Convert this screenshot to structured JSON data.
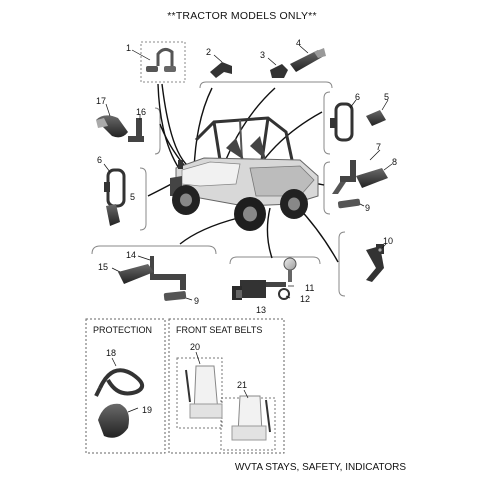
{
  "title": "**TRACTOR MODELS ONLY**",
  "footer": "WVTA STAYS, SAFETY, INDICATORS",
  "boxes": {
    "protection": "PROTECTION",
    "front_seat_belts": "FRONT SEAT BELTS"
  },
  "callouts": {
    "c1": "1",
    "c2": "2",
    "c3": "3",
    "c4": "4",
    "c5a": "5",
    "c5b": "5",
    "c6a": "6",
    "c6b": "6",
    "c7": "7",
    "c8": "8",
    "c9a": "9",
    "c9b": "9",
    "c10": "10",
    "c11": "11",
    "c12": "12",
    "c13": "13",
    "c14": "14",
    "c15": "15",
    "c16": "16",
    "c17": "17",
    "c18": "18",
    "c19": "19",
    "c20": "20",
    "c21": "21"
  },
  "colors": {
    "line": "#111111",
    "part_dark": "#3a3a3a",
    "part_mid": "#6b6b6b",
    "part_light": "#bdbdbd",
    "bracket": "#888888"
  }
}
